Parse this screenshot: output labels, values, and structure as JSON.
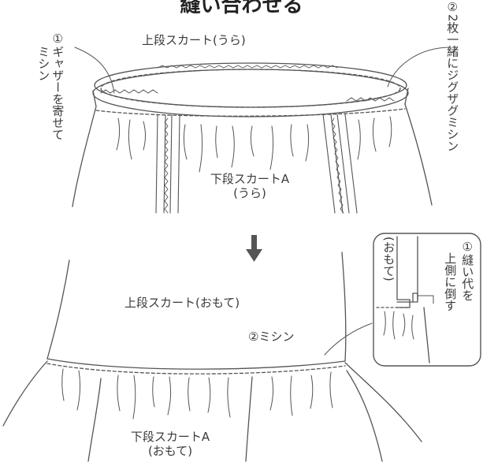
{
  "title": "縫い合わせる",
  "top_section": {
    "upper_lining_label": "上段スカート(うら)",
    "lower_lining_label_line1": "下段スカートA",
    "lower_lining_label_line2": "(うら)",
    "step1_note": "①ギャザーを寄せて",
    "step1_note_2": "ミシン",
    "step2_note": "②2枚一緒にジグザグミシン"
  },
  "bottom_section": {
    "upper_front_label": "上段スカート(おもて)",
    "seam_label": "②ミシン",
    "lower_front_label_line1": "下段スカートA",
    "lower_front_label_line2": "(おもて)",
    "inset_side_label": "(おもて)",
    "inset_note": "①縫い代を",
    "inset_note_2": "上側に倒す"
  },
  "icons": {
    "arrow": "down-arrow-icon"
  },
  "colors": {
    "line": "#555555",
    "text": "#3a3a3a"
  }
}
